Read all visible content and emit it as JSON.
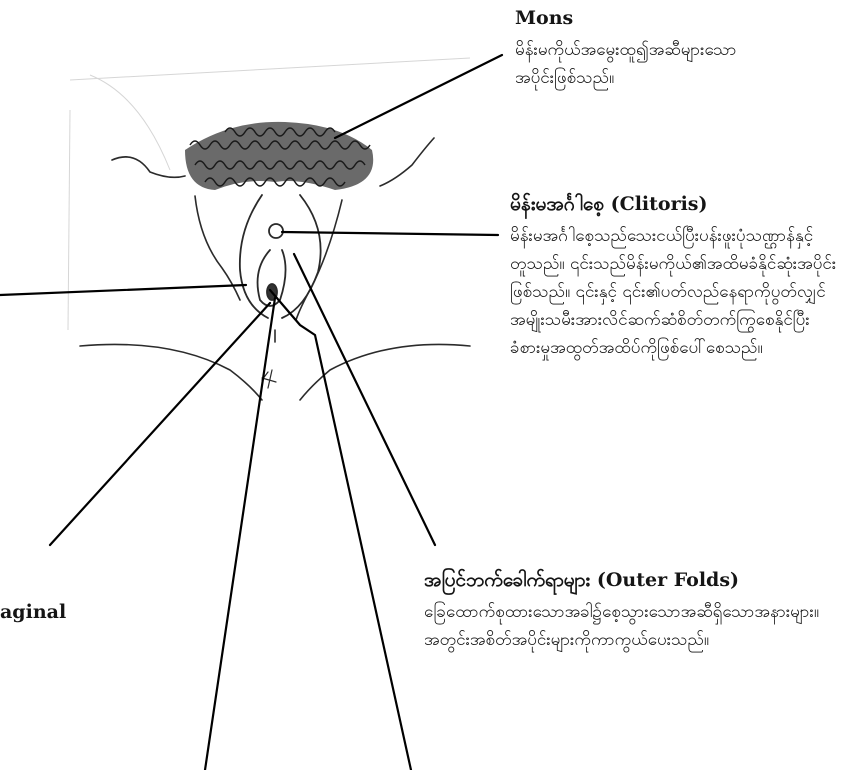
{
  "mons": {
    "heading": "Mons",
    "body": "မိန်းမကိုယ်အမွေးထူ၍အဆီများသောအပိုင်းဖြစ်သည်။"
  },
  "clitoris": {
    "heading": "မိန်းမအင်္ဂါစေ့ (Clitoris)",
    "body": "မိန်းမအင်္ဂါစေ့သည်သေးငယ်ပြီးပန်းဖူးပုံသဏ္ဌာန်နှင့်တူသည်။ ၎င်းသည်မိန်းမကိုယ်၏အထိမခံနိုင်ဆုံးအပိုင်းဖြစ်သည်။ ၎င်းနှင့် ၎င်း၏ပတ်လည်နေရာကိုပွတ်လျှင်အမျိုးသမီးအားလိင်ဆက်ဆံစိတ်တက်ကြွစေနိုင်ပြီးခံစားမှုအထွတ်အထိပ်ကိုဖြစ်ပေါ်စေသည်။"
  },
  "outer_folds": {
    "heading": "အပြင်ဘက်ခေါက်ရာများ (Outer Folds)",
    "body": "ခြေထောက်စုထားသောအခါ၌စေ့သွားသောအဆီရှိသောအနားများ။ အတွင်းအစိတ်အပိုင်းများကိုကာကွယ်ပေးသည်။"
  },
  "vaginal": {
    "heading": "aginal"
  }
}
